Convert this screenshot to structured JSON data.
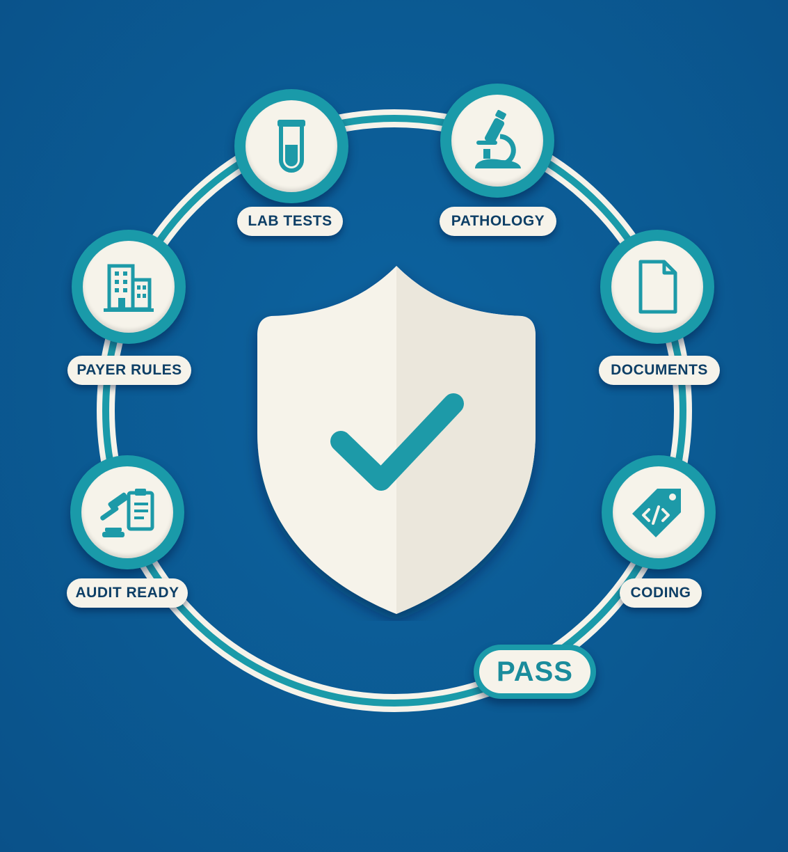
{
  "nodes": {
    "lab_tests": {
      "label": "LAB TESTS",
      "icon": "test-tube-icon"
    },
    "pathology": {
      "label": "PATHOLOGY",
      "icon": "microscope-icon"
    },
    "payer_rules": {
      "label": "PAYER RULES",
      "icon": "building-icon"
    },
    "documents": {
      "label": "DOCUMENTS",
      "icon": "document-icon"
    },
    "audit_ready": {
      "label": "AUDIT READY",
      "icon": "gavel-clipboard-icon"
    },
    "coding": {
      "label": "CODING",
      "icon": "code-tag-icon"
    }
  },
  "status": {
    "label": "PASS"
  },
  "center": {
    "icon": "shield-check-icon"
  },
  "colors": {
    "background": "#0b5a93",
    "ring": "#1a9aa9",
    "card": "#f6f3ea",
    "label_text": "#0e3f66",
    "accent": "#1d9aa8"
  }
}
